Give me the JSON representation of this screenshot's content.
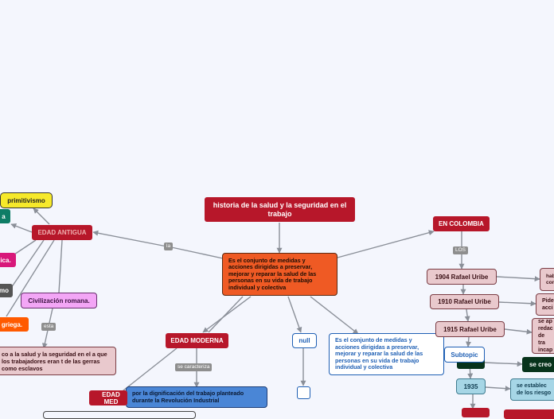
{
  "title": "historia de la salud y la seguridad en el trabajo",
  "central": "Es el conjunto de medidas y acciones dirigidas a preservar, mejorar y reparar la salud de las personas en su vida de trabajo individual y colectiva",
  "relations": {
    "la": "la",
    "esta": "esta",
    "se_caracteriza": "se caracteriza",
    "los": "LOS"
  },
  "ancient": {
    "label": "EDAD ANTIGUA",
    "primitivismo": "primitivismo",
    "teal_fragment": "a",
    "magenta_fragment": "ica.",
    "grey_fragment": "mo",
    "griega": "griega.",
    "romana": "Civilización romana.",
    "slavery": "co a la salud y la seguridad en el a que los trabajadores eran t de las gerras como esclavos"
  },
  "modern": {
    "label": "EDAD MODERNA",
    "dignificacion": "por la dignificación del trabajo planteado durante la Revolución Industrial"
  },
  "medieval": {
    "label": "EDAD MED"
  },
  "null_node": "null",
  "definition": "Es el conjunto de medidas y acciones dirigidas a preservar, mejorar y reparar la salud de las personas en su vida de trabajo individual y colectiva",
  "colombia": {
    "label": "EN COLOMBIA",
    "uribe_1904": "1904 Rafael Uribe",
    "uribe_1910": "1910 Rafael Uribe",
    "uribe_1915": "1915 Rafael Uribe",
    "subtopic": "Subtopic",
    "year_1935": "1935",
    "hab_fragment": "hab con",
    "pide_fragment": "Pide acci",
    "sea_fragment": "se ap redac de tra incap",
    "se_creo": "se creo",
    "riesgos": "se establec de los riesgo"
  }
}
